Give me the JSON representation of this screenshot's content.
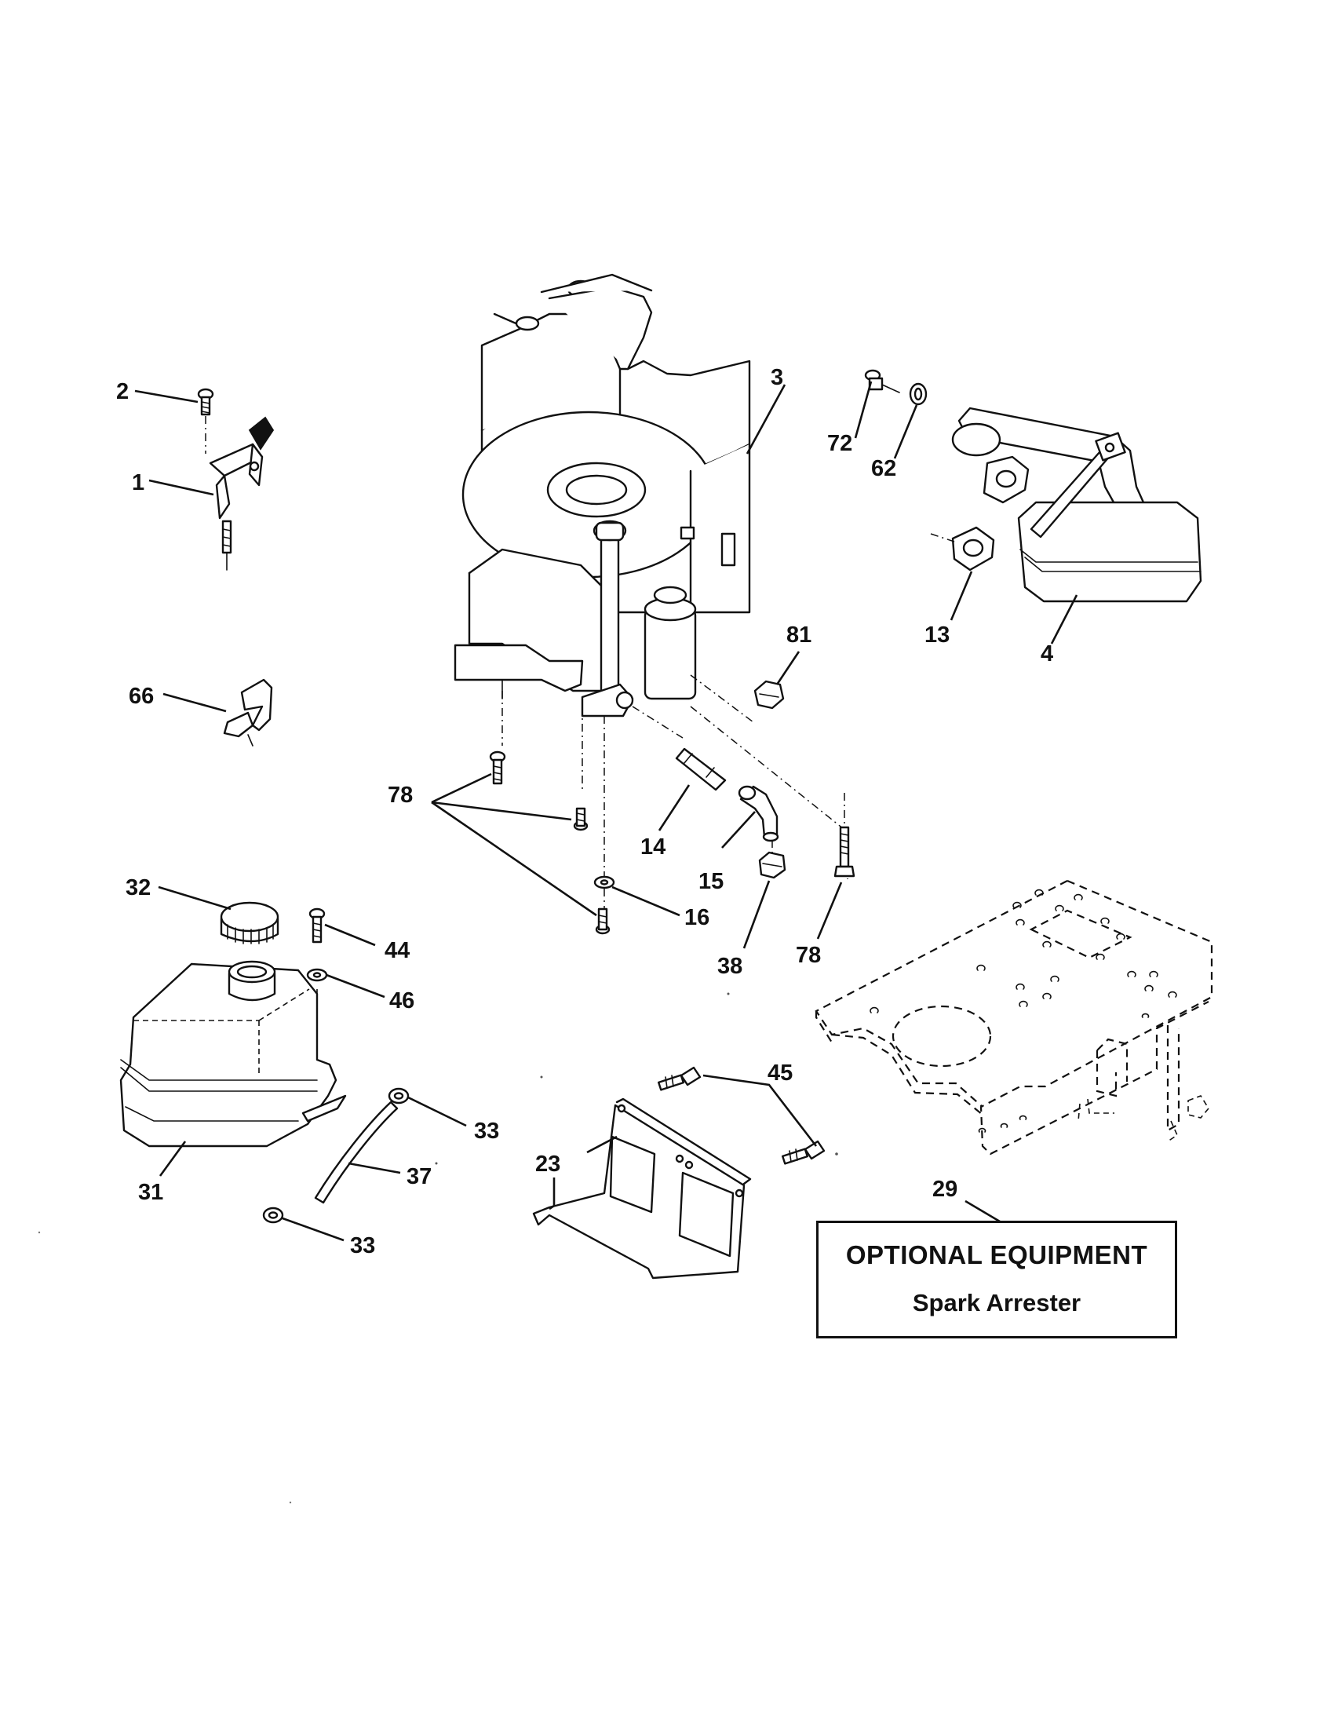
{
  "diagram": {
    "callouts": [
      {
        "id": "c2",
        "text": "2"
      },
      {
        "id": "c1",
        "text": "1"
      },
      {
        "id": "c66",
        "text": "66"
      },
      {
        "id": "c3",
        "text": "3"
      },
      {
        "id": "c72",
        "text": "72"
      },
      {
        "id": "c62",
        "text": "62"
      },
      {
        "id": "c13",
        "text": "13"
      },
      {
        "id": "c4",
        "text": "4"
      },
      {
        "id": "c81",
        "text": "81"
      },
      {
        "id": "c78a",
        "text": "78"
      },
      {
        "id": "c14",
        "text": "14"
      },
      {
        "id": "c15",
        "text": "15"
      },
      {
        "id": "c16",
        "text": "16"
      },
      {
        "id": "c38",
        "text": "38"
      },
      {
        "id": "c78b",
        "text": "78"
      },
      {
        "id": "c32",
        "text": "32"
      },
      {
        "id": "c44",
        "text": "44"
      },
      {
        "id": "c46",
        "text": "46"
      },
      {
        "id": "c31",
        "text": "31"
      },
      {
        "id": "c33a",
        "text": "33"
      },
      {
        "id": "c37",
        "text": "37"
      },
      {
        "id": "c33b",
        "text": "33"
      },
      {
        "id": "c23",
        "text": "23"
      },
      {
        "id": "c45",
        "text": "45"
      },
      {
        "id": "c29",
        "text": "29"
      }
    ],
    "optional_box": {
      "title": "OPTIONAL EQUIPMENT",
      "subtitle": "Spark Arrester"
    }
  }
}
